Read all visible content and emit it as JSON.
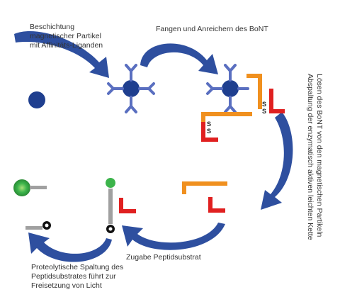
{
  "labels": {
    "coating": [
      "Beschichtung",
      "magnetischer Partikel",
      "mit Affinitäts-Liganden"
    ],
    "capture": "Fangen und Anreichern des BoNT",
    "release": [
      "Lösen des BoNT von den magnetischen Partikeln",
      "Abspaltung der enzymatisch aktiven leichten Kette"
    ],
    "substrate": "Zugabe Peptidsubstrat",
    "cleavage": [
      "Proteolytische Spaltung des",
      "Peptidsubstrates führt zur",
      "Freisetzung von Licht"
    ]
  },
  "disulfide_labels": [
    "S",
    "S",
    "S",
    "S"
  ],
  "colors": {
    "particle": "#1f3f8f",
    "arrow": "#2e4f9f",
    "ligand": "#5a6fc0",
    "heavy_chain": "#f0901f",
    "light_chain": "#e02020",
    "green_glow": "#3cb44b",
    "black_probe": "#111111",
    "gray_peptide": "#a0a0a0"
  }
}
